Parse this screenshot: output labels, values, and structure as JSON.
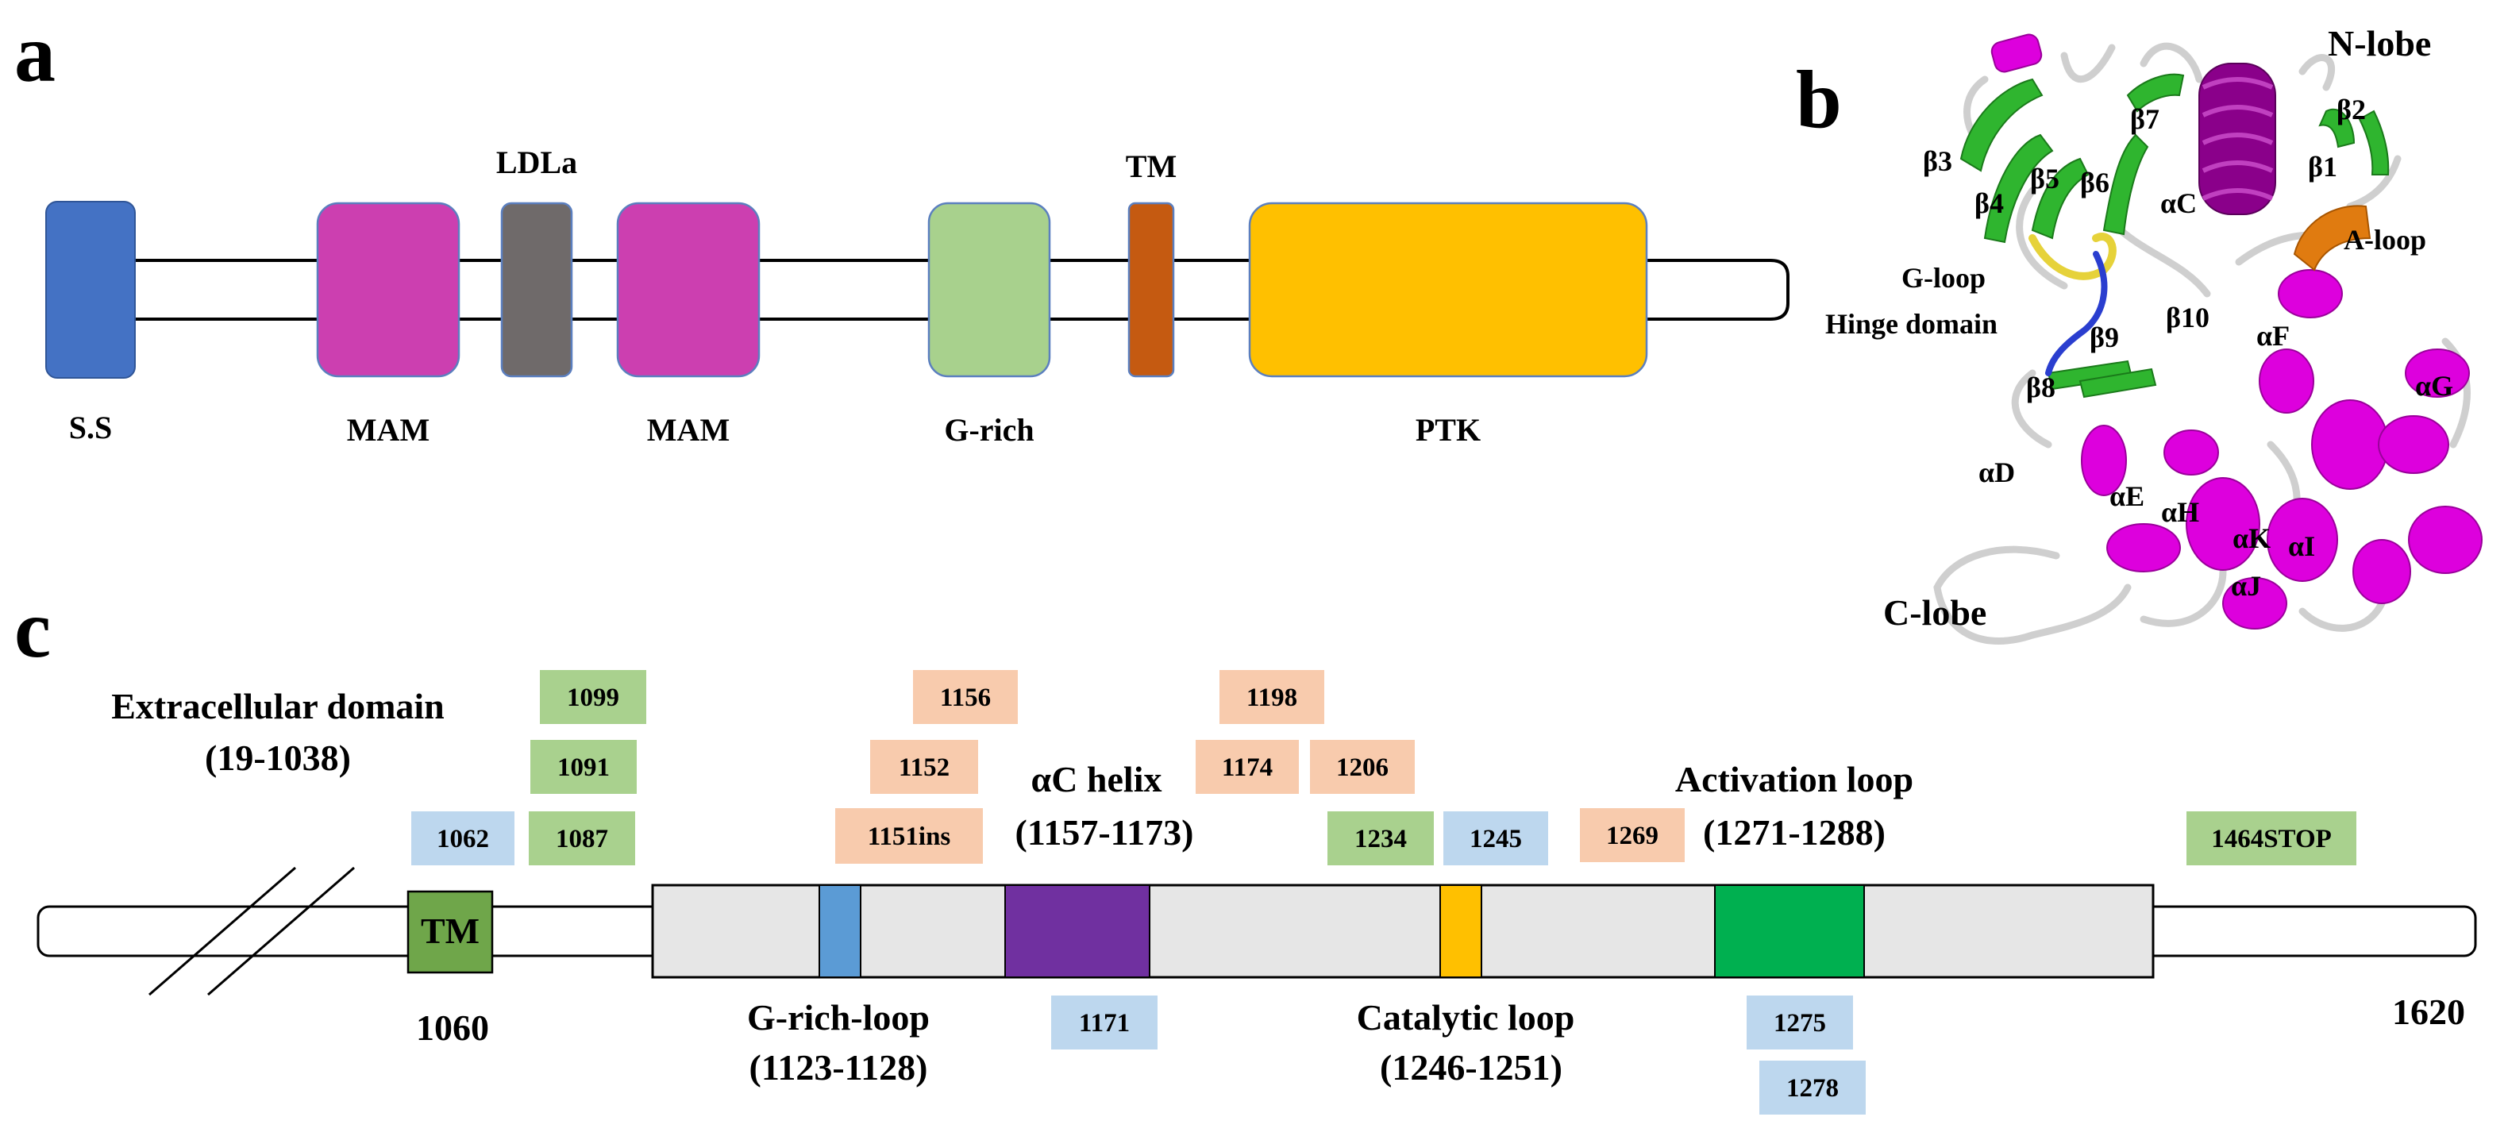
{
  "panels": {
    "a": "a",
    "b": "b",
    "c": "c"
  },
  "colors": {
    "ss": "#4472c4",
    "mam": "#cc3fb0",
    "ldla": "#6f6a6a",
    "grich": "#a8d18d",
    "tm_a": "#c55a11",
    "ptk": "#ffc000",
    "tm_c": "#6fa64a",
    "kinase_bg": "#e6e6e6",
    "grich_loop": "#5b9bd5",
    "ac_helix": "#7030a0",
    "catalytic_loop": "#ffc000",
    "activation_loop": "#00b050",
    "badge_green": "#a9d18e",
    "badge_blue": "#bdd7ee",
    "badge_orange": "#f8cbad",
    "helix": "#dd00dd",
    "strand": "#2fb52f",
    "coil": "#cfcfcf",
    "gloop": "#e6d23a",
    "hinge": "#2a3ecf",
    "aloop": "#e07b10"
  },
  "panel_a": {
    "domain_labels": {
      "ss": "S.S",
      "mam1": "MAM",
      "ldla": "LDLa",
      "mam2": "MAM",
      "grich": "G-rich",
      "tm": "TM",
      "ptk": "PTK"
    }
  },
  "panel_b": {
    "lobes": {
      "n": "N-lobe",
      "c": "C-lobe"
    },
    "labels": {
      "b3": "β3",
      "b4": "β4",
      "b5": "β5",
      "b6": "β6",
      "b7": "β7",
      "ac": "αC",
      "b2": "β2",
      "b1": "β1",
      "aloop": "A-loop",
      "gloop": "G-loop",
      "hinge": "Hinge domain",
      "b9": "β9",
      "b10": "β10",
      "b8": "β8",
      "af": "αF",
      "ag": "αG",
      "ad": "αD",
      "ae": "αE",
      "ah": "αH",
      "ak": "αK",
      "ai": "αI",
      "aj": "αJ"
    }
  },
  "panel_c": {
    "tm_label": "TM",
    "regions": {
      "extracellular": "Extracellular domain",
      "extracellular_range": "(19-1038)",
      "grich_loop": "G-rich-loop",
      "grich_loop_range": "(1123-1128)",
      "ac_helix": "αC helix",
      "ac_helix_range": "(1157-1173)",
      "catalytic_loop": "Catalytic loop",
      "catalytic_loop_range": "(1246-1251)",
      "activation_loop": "Activation loop",
      "activation_loop_range": "(1271-1288)"
    },
    "positions": {
      "start": "1060",
      "end": "1620"
    },
    "mutations": {
      "m1099": "1099",
      "m1091": "1091",
      "m1087": "1087",
      "m1062": "1062",
      "m1156": "1156",
      "m1152": "1152",
      "m1151ins": "1151ins",
      "m1198": "1198",
      "m1174": "1174",
      "m1206": "1206",
      "m1234": "1234",
      "m1245": "1245",
      "m1269": "1269",
      "m1464": "1464STOP",
      "m1171": "1171",
      "m1275": "1275",
      "m1278": "1278"
    }
  }
}
